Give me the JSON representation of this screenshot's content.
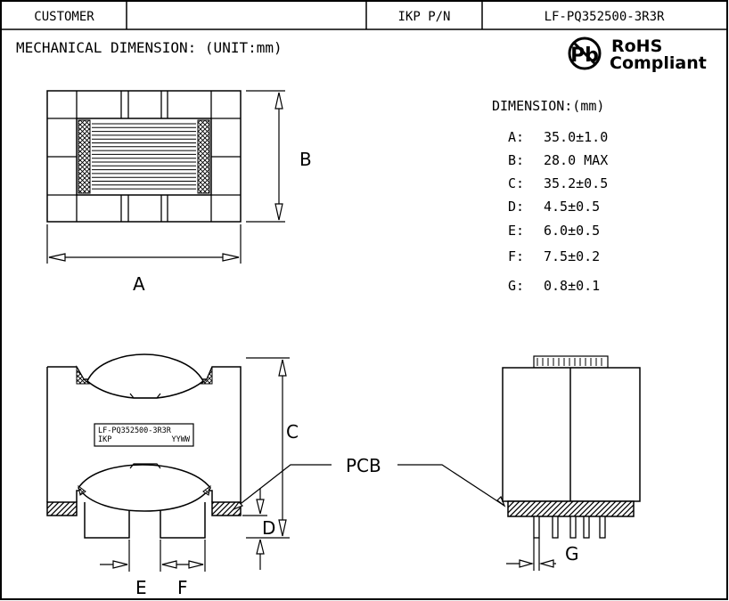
{
  "header": {
    "customer_label": "CUSTOMER",
    "customer_value": "",
    "pn_label": "IKP P/N",
    "pn_value": "LF-PQ352500-3R3R"
  },
  "title": "MECHANICAL DIMENSION: (UNIT:mm)",
  "rohs": {
    "line1": "RoHS",
    "line2": "Compliant"
  },
  "dimension_table": {
    "heading": "DIMENSION:(mm)",
    "rows": [
      {
        "key": "A:",
        "value": "35.0±1.0"
      },
      {
        "key": "B:",
        "value": "28.0 MAX"
      },
      {
        "key": "C:",
        "value": "35.2±0.5"
      },
      {
        "key": "D:",
        "value": "4.5±0.5"
      },
      {
        "key": "E:",
        "value": "6.0±0.5"
      },
      {
        "key": "F:",
        "value": "7.5±0.2"
      },
      {
        "key": "G:",
        "value": "0.8±0.1"
      }
    ]
  },
  "labels": {
    "A": "A",
    "B": "B",
    "C": "C",
    "D": "D",
    "E": "E",
    "F": "F",
    "G": "G",
    "pcb": "PCB"
  },
  "marking": {
    "line1": "LF-PQ352500-3R3R",
    "ikp": "IKP",
    "date_code": "YYWW"
  }
}
